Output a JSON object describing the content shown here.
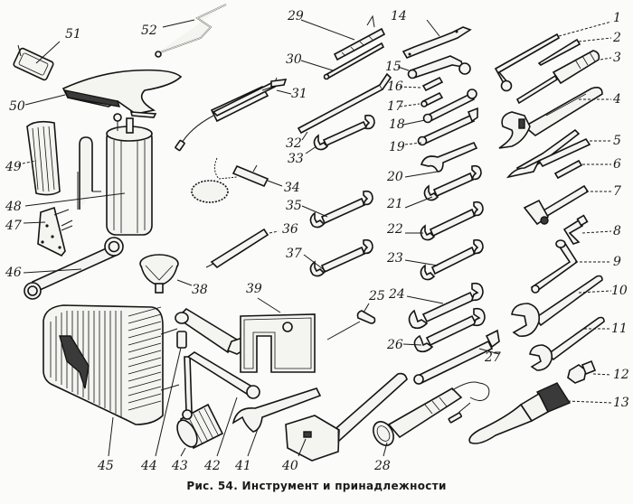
{
  "figure": {
    "caption": "Рис. 54. Инструмент и принадлежности",
    "ink_color": "#1a1a1a",
    "paper_color": "#fbfbf9"
  },
  "callouts": {
    "1": "1",
    "2": "2",
    "3": "3",
    "4": "4",
    "5": "5",
    "6": "6",
    "7": "7",
    "8": "8",
    "9": "9",
    "10": "10",
    "11": "11",
    "12": "12",
    "13": "13",
    "14": "14",
    "15": "15",
    "16": "16",
    "17": "17",
    "18": "18",
    "19": "19",
    "20": "20",
    "21": "21",
    "22": "22",
    "23": "23",
    "24": "24",
    "25": "25",
    "26": "26",
    "27": "27",
    "28": "28",
    "29": "29",
    "30": "30",
    "31": "31",
    "32": "32",
    "33": "33",
    "34": "34",
    "35": "35",
    "36": "36",
    "37": "37",
    "38": "38",
    "39": "39",
    "40": "40",
    "41": "41",
    "42": "42",
    "43": "43",
    "44": "44",
    "45": "45",
    "46": "46",
    "47": "47",
    "48": "48",
    "49": "49",
    "50": "50",
    "51": "51",
    "52": "52"
  }
}
